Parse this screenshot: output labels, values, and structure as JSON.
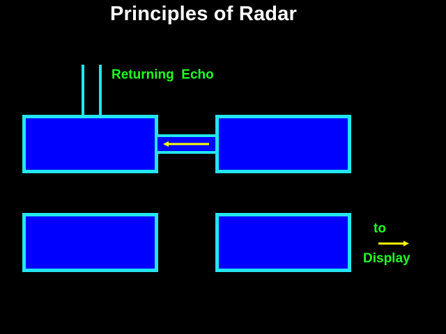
{
  "title": "Principles of Radar",
  "labels": {
    "returning_echo": "Returning  Echo",
    "to": "to",
    "display": "Display"
  },
  "colors": {
    "background": "#000000",
    "box_fill": "#0000ff",
    "box_border": "#22e6f0",
    "label_text": "#22ff22",
    "arrow": "#ffff00",
    "title_text": "#ffffff"
  },
  "arrows": {
    "echo_direction": "left",
    "display_direction": "right"
  }
}
